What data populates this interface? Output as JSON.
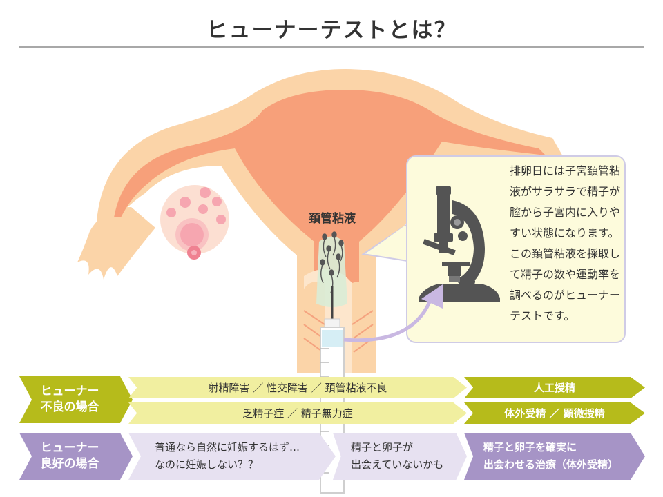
{
  "title": "ヒューナーテストとは？",
  "mucus_label": "頚管粘液",
  "bubble": {
    "paragraph1": "排卵日には子宮頚管粘液がサラサラで精子が膣から子宮内に入りやすい状態になります。",
    "paragraph2": "この頚管粘液を採取して精子の数や運動率を調べるのがヒューナーテストです。"
  },
  "bad_row": {
    "label_line1": "ヒューナー",
    "label_line2": "不良の場合",
    "cause1": "射精障害 ／ 性交障害 ／ 頚管粘液不良",
    "cause2": "乏精子症 ／ 精子無力症",
    "treatment1": "人工授精",
    "treatment2": "体外受精 ／ 顕微授精"
  },
  "good_row": {
    "label_line1": "ヒューナー",
    "label_line2": "良好の場合",
    "box1_line1": "普通なら自然に妊娠するはず…",
    "box1_line2": "なのに妊娠しない？？",
    "box2_line1": "精子と卵子が",
    "box2_line2": "出会えていないかも",
    "box3_line1": "精子と卵子を確実に",
    "box3_line2": "出会わせる治療（体外受精）"
  },
  "colors": {
    "uterus_outer": "#fbd4a8",
    "uterus_inner": "#f7a07a",
    "bad_accent": "#b6bb1b",
    "bad_light": "#f1efa0",
    "good_accent": "#a694c6",
    "good_light": "#e7e1f1",
    "bubble_fill": "#fdfbdc",
    "bubble_border": "#cfcbe6"
  },
  "icons": [
    "microscope-icon",
    "syringe-icon",
    "sperm-icon",
    "ovary-icon",
    "egg-icon",
    "arrow-icon"
  ]
}
